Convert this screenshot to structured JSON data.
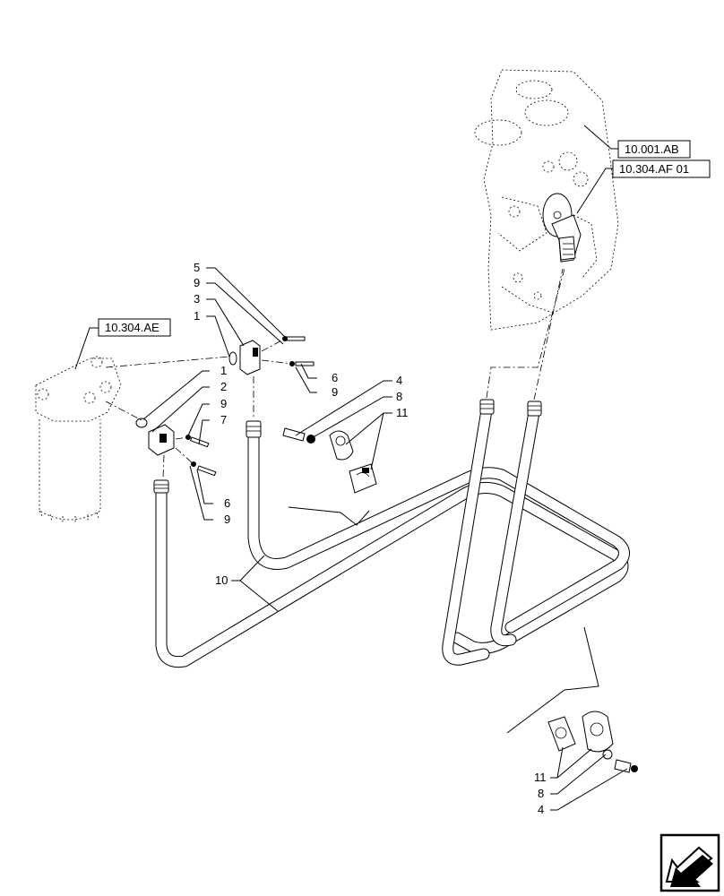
{
  "references": [
    {
      "id": "ref-engine-block",
      "label": "10.001.AB"
    },
    {
      "id": "ref-engine-fitting",
      "label": "10.304.AF 01"
    },
    {
      "id": "ref-fuel-filter",
      "label": "10.304.AE"
    }
  ],
  "callouts": {
    "upper_adapter": [
      "5",
      "9",
      "3",
      "1",
      "6",
      "9"
    ],
    "lower_adapter": [
      "1",
      "2",
      "9",
      "7",
      "6",
      "9"
    ],
    "hose_label": "10",
    "clamp_top": [
      "4",
      "8",
      "11"
    ],
    "clamp_bottom": [
      "11",
      "8",
      "4"
    ]
  },
  "nav_icon": "next-page-arrow-icon"
}
